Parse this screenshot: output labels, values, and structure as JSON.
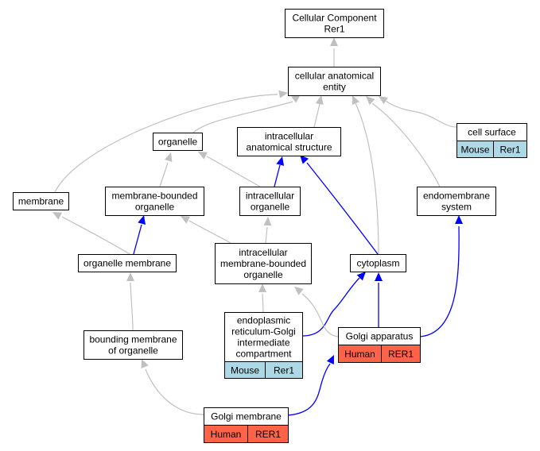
{
  "colors": {
    "mouse_fill": "#add8e6",
    "human_fill": "#ff6347",
    "is_a_edge": "#c0c0c0",
    "part_of_edge": "#0000ff"
  },
  "nodes": {
    "root": {
      "lines": [
        "Cellular Component",
        "Rer1"
      ]
    },
    "cellular_anatomical_entity": {
      "lines": [
        "cellular anatomical",
        "entity"
      ]
    },
    "organelle": {
      "lines": [
        "organelle"
      ]
    },
    "intracellular_anatomical_structure": {
      "lines": [
        "intracellular",
        "anatomical structure"
      ]
    },
    "cell_surface": {
      "lines": [
        "cell surface"
      ],
      "tags": [
        {
          "species": "Mouse",
          "gene": "Rer1"
        }
      ]
    },
    "membrane": {
      "lines": [
        "membrane"
      ]
    },
    "membrane_bounded_organelle": {
      "lines": [
        "membrane-bounded",
        "organelle"
      ]
    },
    "intracellular_organelle": {
      "lines": [
        "intracellular",
        "organelle"
      ]
    },
    "endomembrane_system": {
      "lines": [
        "endomembrane",
        "system"
      ]
    },
    "organelle_membrane": {
      "lines": [
        "organelle membrane"
      ]
    },
    "intracellular_membrane_bounded_organelle": {
      "lines": [
        "intracellular",
        "membrane-bounded",
        "organelle"
      ]
    },
    "cytoplasm": {
      "lines": [
        "cytoplasm"
      ]
    },
    "bounding_membrane_of_organelle": {
      "lines": [
        "bounding membrane",
        "of organelle"
      ]
    },
    "er_golgi_intermediate_compartment": {
      "lines": [
        "endoplasmic",
        "reticulum-Golgi",
        "intermediate",
        "compartment"
      ],
      "tags": [
        {
          "species": "Mouse",
          "gene": "Rer1"
        }
      ]
    },
    "golgi_apparatus": {
      "lines": [
        "Golgi apparatus"
      ],
      "tags": [
        {
          "species": "Human",
          "gene": "RER1"
        }
      ]
    },
    "golgi_membrane": {
      "lines": [
        "Golgi membrane"
      ],
      "tags": [
        {
          "species": "Human",
          "gene": "RER1"
        }
      ]
    }
  },
  "edges": [
    {
      "from": "cellular_anatomical_entity",
      "to": "root",
      "type": "is_a"
    },
    {
      "from": "organelle",
      "to": "cellular_anatomical_entity",
      "type": "is_a"
    },
    {
      "from": "intracellular_anatomical_structure",
      "to": "cellular_anatomical_entity",
      "type": "is_a"
    },
    {
      "from": "cell_surface",
      "to": "cellular_anatomical_entity",
      "type": "is_a"
    },
    {
      "from": "membrane",
      "to": "cellular_anatomical_entity",
      "type": "is_a"
    },
    {
      "from": "endomembrane_system",
      "to": "cellular_anatomical_entity",
      "type": "is_a"
    },
    {
      "from": "cytoplasm",
      "to": "cellular_anatomical_entity",
      "type": "is_a"
    },
    {
      "from": "membrane_bounded_organelle",
      "to": "organelle",
      "type": "is_a"
    },
    {
      "from": "intracellular_organelle",
      "to": "organelle",
      "type": "is_a"
    },
    {
      "from": "intracellular_organelle",
      "to": "intracellular_anatomical_structure",
      "type": "part_of"
    },
    {
      "from": "cytoplasm",
      "to": "intracellular_anatomical_structure",
      "type": "part_of"
    },
    {
      "from": "organelle_membrane",
      "to": "membrane",
      "type": "is_a"
    },
    {
      "from": "organelle_membrane",
      "to": "membrane_bounded_organelle",
      "type": "part_of"
    },
    {
      "from": "intracellular_membrane_bounded_organelle",
      "to": "membrane_bounded_organelle",
      "type": "is_a"
    },
    {
      "from": "intracellular_membrane_bounded_organelle",
      "to": "intracellular_organelle",
      "type": "is_a"
    },
    {
      "from": "bounding_membrane_of_organelle",
      "to": "organelle_membrane",
      "type": "is_a"
    },
    {
      "from": "er_golgi_intermediate_compartment",
      "to": "intracellular_membrane_bounded_organelle",
      "type": "is_a"
    },
    {
      "from": "er_golgi_intermediate_compartment",
      "to": "cytoplasm",
      "type": "part_of"
    },
    {
      "from": "golgi_apparatus",
      "to": "intracellular_membrane_bounded_organelle",
      "type": "is_a"
    },
    {
      "from": "golgi_apparatus",
      "to": "cytoplasm",
      "type": "part_of"
    },
    {
      "from": "golgi_apparatus",
      "to": "endomembrane_system",
      "type": "part_of"
    },
    {
      "from": "golgi_membrane",
      "to": "bounding_membrane_of_organelle",
      "type": "is_a"
    },
    {
      "from": "golgi_membrane",
      "to": "golgi_apparatus",
      "type": "part_of"
    }
  ]
}
